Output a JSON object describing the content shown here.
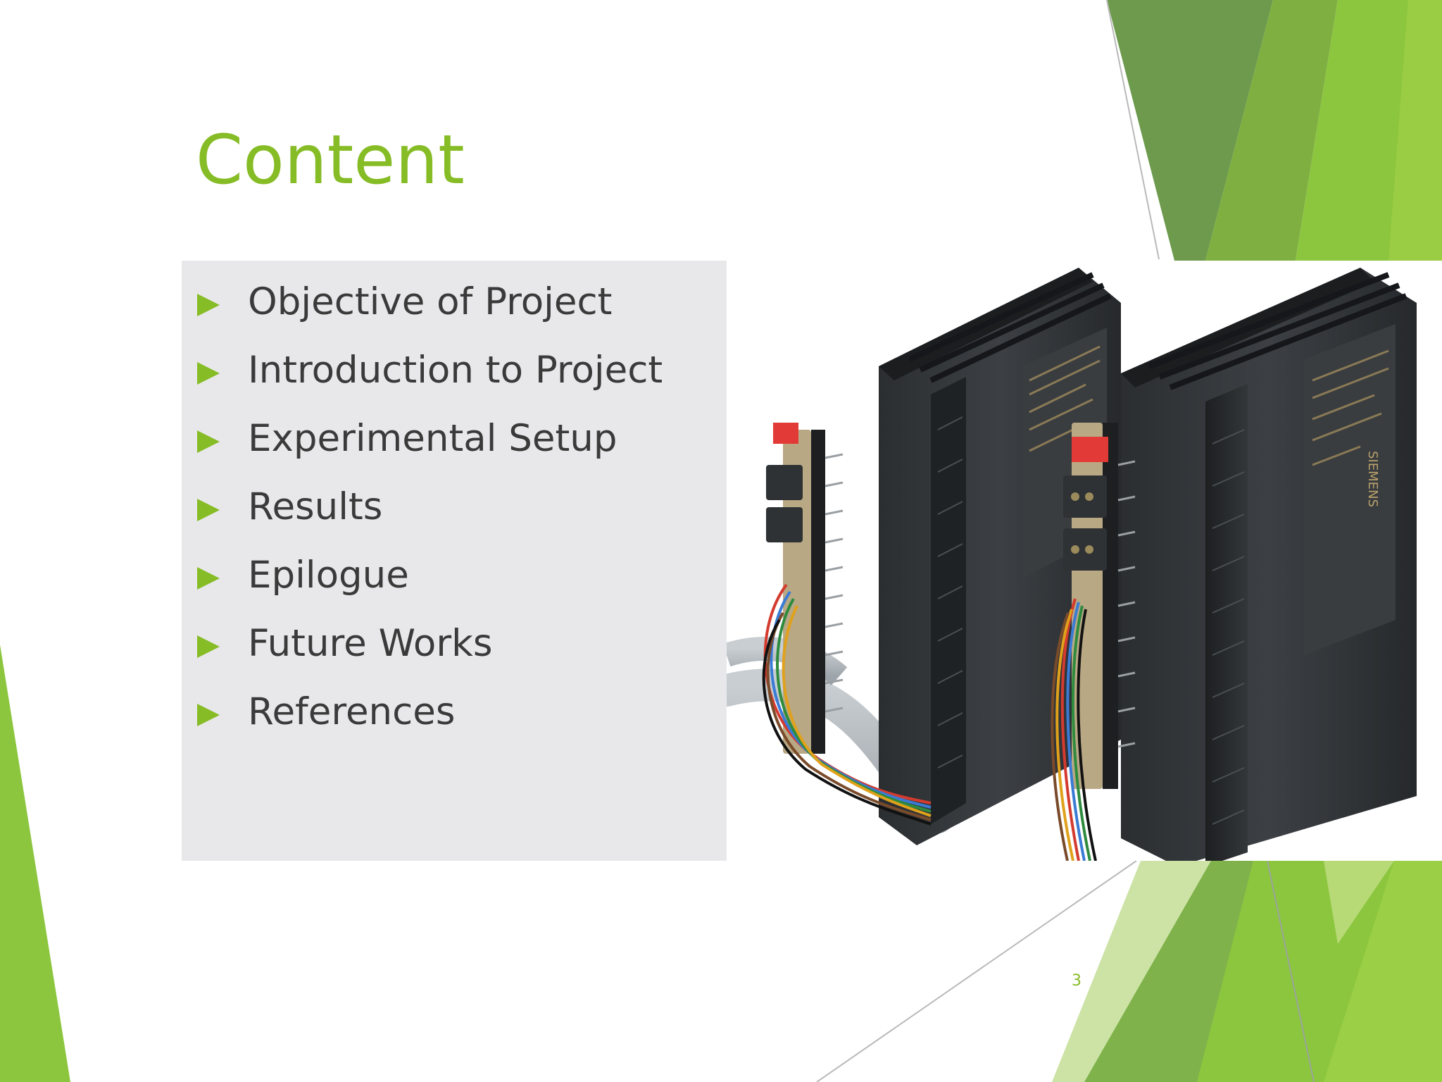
{
  "slide": {
    "title": "Content",
    "bullets": [
      {
        "label": "Objective of Project"
      },
      {
        "label": "Introduction to Project"
      },
      {
        "label": "Experimental Setup"
      },
      {
        "label": "Results"
      },
      {
        "label": "Epilogue"
      },
      {
        "label": "Future Works"
      },
      {
        "label": "References"
      }
    ],
    "page_number": "3",
    "photo": {
      "subject": "plc-io-modules",
      "module_brand": "SIEMENS"
    }
  },
  "colors": {
    "accent": "#86bc25",
    "accent_dark": "#6c9b4a",
    "text": "#3a3a3a",
    "panel": "#e8e8ea"
  }
}
